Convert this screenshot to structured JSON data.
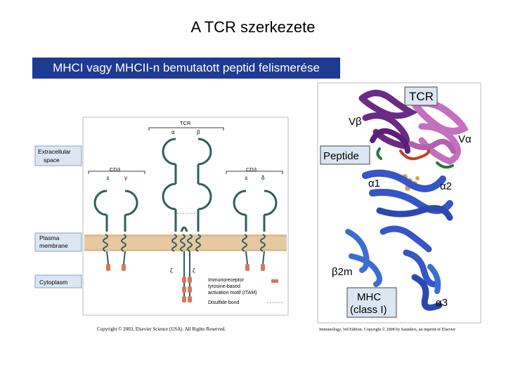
{
  "slide": {
    "title": "A  TCR szerkezete",
    "banner": "MHCI vagy MHCII-n bemutatott peptid felismerése"
  },
  "left_diagram": {
    "side_labels": {
      "extracellular_1": "Extracellular",
      "extracellular_2": "space",
      "plasma_1": "Plasma",
      "plasma_2": "membrane",
      "cytoplasm": "Cytoplasm"
    },
    "tcr_label": "TCR",
    "alpha": "α",
    "beta": "β",
    "cd3_left": "CD3",
    "cd3_right": "CD3",
    "epsilon": "ε",
    "gamma": "γ",
    "delta": "δ",
    "zeta": "ζ",
    "legend_itam_1": "Immunoreceptor",
    "legend_itam_2": "tyrosine-based",
    "legend_itam_3": "activation motif (ITAM)",
    "legend_disulfide": "Disulfide bond",
    "credit": "Copyright © 2003, Elsevier Science (USA). All Rights Reserved."
  },
  "right_diagram": {
    "tcr": "TCR",
    "v_beta": "Vβ",
    "v_alpha": "Vα",
    "peptide": "Peptide",
    "alpha1": "α1",
    "alpha2": "α2",
    "beta2m": "β2m",
    "mhc_1": "MHC",
    "mhc_2": "(class I)",
    "alpha3": "α3",
    "credit": "Immunology, 3rd Edition. Copyright © 2008 by Saunders, an imprint of Elsevier"
  },
  "colors": {
    "banner": "#1f3a93",
    "membrane": "#e6c9a0",
    "chain": "#2f5f5a",
    "itam": "#d9775a",
    "side_box": "#dce6f2",
    "tcr_purple": "#6a2a86",
    "tcr_pink": "#c46fc0",
    "mhc_blue": "#3555c8",
    "peptide": "#d2a64a"
  }
}
